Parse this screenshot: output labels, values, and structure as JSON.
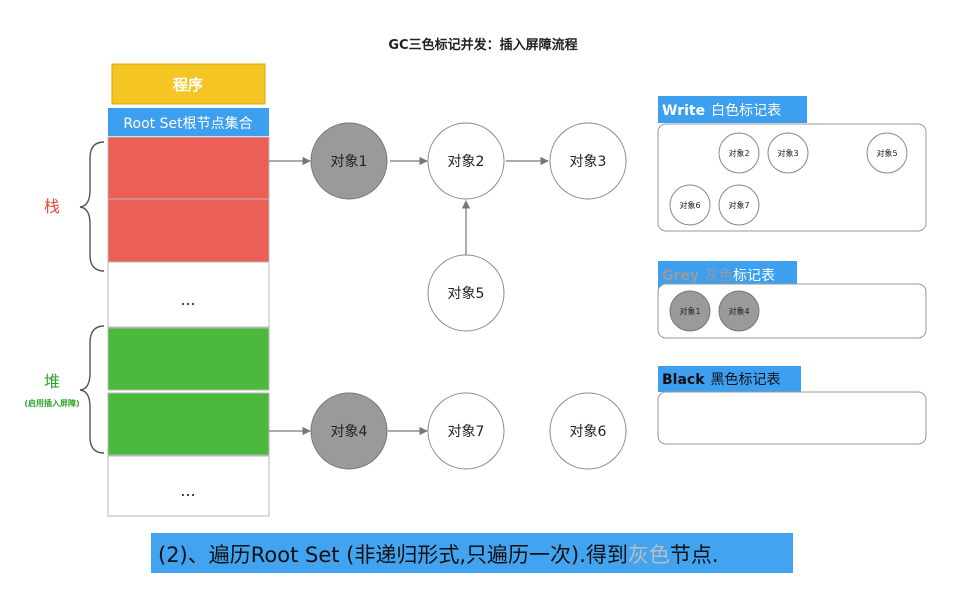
{
  "title": "GC三色标记并发：插入屏障流程",
  "program_label": "程序",
  "root_set_label": "Root Set根节点集合",
  "ellipsis": "...",
  "stack_label": "栈",
  "heap_label": "堆",
  "heap_note": "(启用插入屏障)",
  "nodes": {
    "obj1": "对象1",
    "obj2": "对象2",
    "obj3": "对象3",
    "obj4": "对象4",
    "obj5": "对象5",
    "obj6": "对象6",
    "obj7": "对象7"
  },
  "white_table": {
    "title_en": "Write",
    "title_color": "白色",
    "title_suffix": "标记表",
    "items": [
      "对象2",
      "对象3",
      "对象5",
      "对象6",
      "对象7"
    ]
  },
  "grey_table": {
    "title_en": "Grey",
    "title_color": "灰色",
    "title_suffix": "标记表",
    "items": [
      "对象1",
      "对象4"
    ]
  },
  "black_table": {
    "title_en": "Black",
    "title_color": "黑色",
    "title_suffix": "标记表",
    "items": []
  },
  "caption": {
    "prefix": "(2)、遍历Root Set (非递归形式,只遍历一次).得到",
    "highlight": "灰色",
    "suffix": "节点."
  },
  "colors": {
    "program_fill": "#f5c623",
    "rootset_fill": "#3d9ff0",
    "stack_fill": "#ec5f56",
    "heap_fill": "#4db83e",
    "grey_node": "#9a9a9a",
    "stack_label": "#e5493f",
    "heap_label": "#2fa52d",
    "caption_bg": "#42a3f0",
    "highlight_text": "#bdbdbd"
  }
}
